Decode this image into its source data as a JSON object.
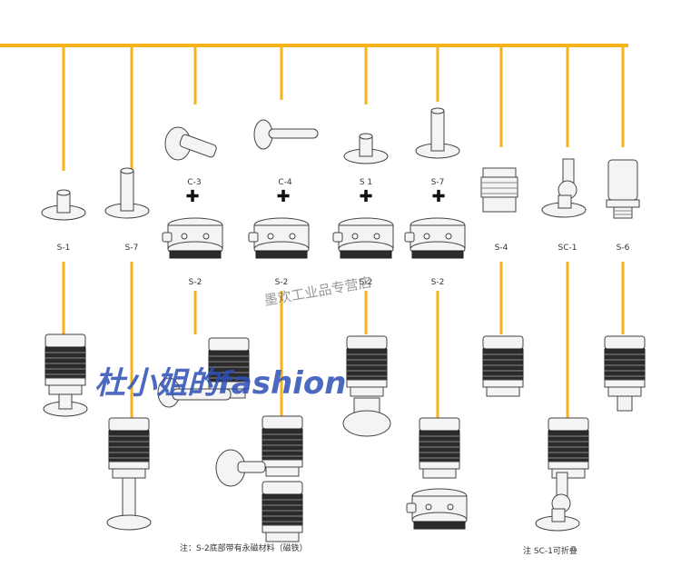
{
  "labels": {
    "s1": "S-1",
    "s7": "S-7",
    "c3": "C-3",
    "c4": "C-4",
    "s1b": "S 1",
    "s7b": "S-7",
    "s4": "S-4",
    "sc1": "SC-1",
    "s6": "S-6",
    "s2a": "S-2",
    "s2b": "S-2",
    "s2c": "S-2",
    "s2d": "S-2"
  },
  "plus_glyph": "✚",
  "notes": {
    "left": "注：S-2底部带有永磁材料（磁铁）",
    "right": "注   SC-1可折叠"
  },
  "watermarks": {
    "main": "杜小姐的fashion",
    "shop": "墨欢工业品专营店"
  },
  "colors": {
    "bus": "#f4b31b",
    "watermark": "#2c4fb5"
  }
}
